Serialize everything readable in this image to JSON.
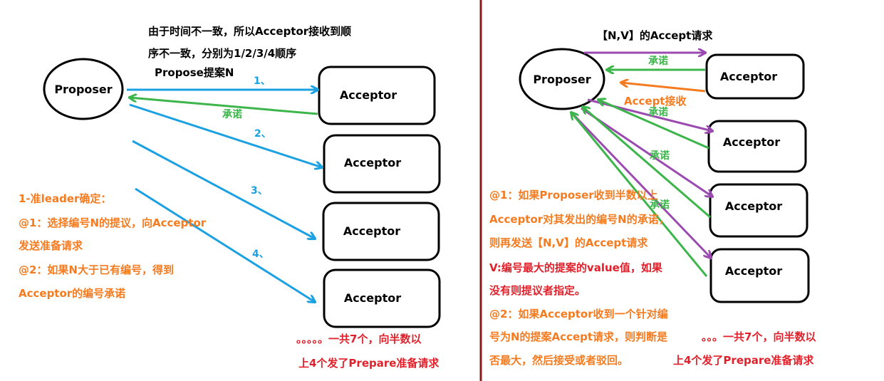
{
  "left": {
    "proposer": "Proposer",
    "acceptors": [
      "Acceptor",
      "Acceptor",
      "Acceptor",
      "Acceptor"
    ],
    "top_note": [
      "由于时间不一致，所以Acceptor接收到顺",
      "序不一致，分别为1/2/3/4顺序"
    ],
    "propose_label": "Propose提案N",
    "order_labels": [
      "1、",
      "2、",
      "3、",
      "4、"
    ],
    "promise_label": "承诺",
    "notes": [
      "1-准leader确定：",
      "@1：选择编号N的提议，向Acceptor",
      "发送准备请求",
      "@2：如果N大于已有编号，得到",
      "Acceptor的编号承诺"
    ],
    "footer": [
      "。。。。。一共7个，向半数以",
      "上4个发了Prepare准备请求"
    ]
  },
  "right": {
    "proposer": "Proposer",
    "acceptors": [
      "Acceptor",
      "Acceptor",
      "Acceptor",
      "Acceptor"
    ],
    "accept_request_label": "【N,V】的Accept请求",
    "promise_labels": [
      "承诺",
      "承诺",
      "承诺",
      "承诺"
    ],
    "accept_received_label": "Accept接收",
    "notes_orange_1": [
      "@1：如果Proposer收到半数以上",
      "Acceptor对其发出的编号N的承诺，",
      "则再发送【N,V】的Accept请求"
    ],
    "notes_red": [
      "V:编号最大的提案的value值，如果",
      "没有则提议者指定。"
    ],
    "notes_orange_2": [
      "@2：如果Acceptor收到一个针对编",
      "号为N的提案Accept请求，则判断是",
      "否最大，然后接受或者驳回。"
    ],
    "footer": [
      "。。。一共7个，向半数以",
      "上4个发了Prepare准备请求"
    ]
  },
  "colors": {
    "blue": "#1ba1e2",
    "green": "#3cb54a",
    "purple": "#9b4bb0",
    "orange": "#f47b20",
    "red": "#e0202a",
    "divider": "#8b1a1a",
    "black": "#000000"
  }
}
